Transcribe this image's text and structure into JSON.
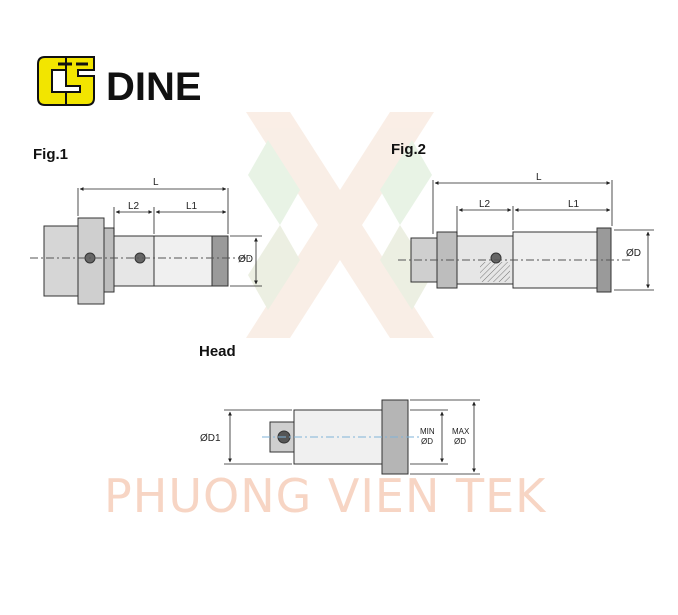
{
  "brand": {
    "name": "DINE",
    "color_yellow": "#f2e500",
    "color_black": "#111111"
  },
  "watermark": {
    "text": "PHUONG VIEN TEK",
    "color": "#f7d5c4"
  },
  "figures": {
    "fig1": {
      "label": "Fig.1",
      "L": "L",
      "L1": "L1",
      "L2": "L2",
      "D": "ØD"
    },
    "fig2": {
      "label": "Fig.2",
      "L": "L",
      "L1": "L1",
      "L2": "L2",
      "D": "ØD"
    },
    "head": {
      "label": "Head",
      "D1": "ØD1",
      "min_line1": "MIN",
      "min_line2": "ØD",
      "max_line1": "MAX",
      "max_line2": "ØD"
    }
  }
}
